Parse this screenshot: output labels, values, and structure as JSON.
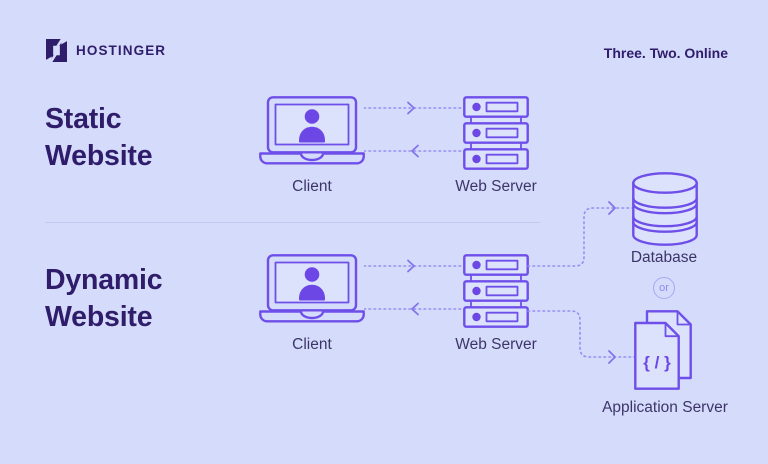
{
  "header": {
    "logo_text": "HOSTINGER",
    "tagline": "Three. Two. Online"
  },
  "static_section": {
    "title": "Static Website",
    "client_label": "Client",
    "server_label": "Web Server"
  },
  "dynamic_section": {
    "title": "Dynamic Website",
    "client_label": "Client",
    "server_label": "Web Server",
    "database_label": "Database",
    "or_label": "or",
    "app_server_label": "Application Server",
    "code_glyph": "{ / }"
  },
  "icons": {
    "logo": "hostinger-h-mark",
    "client": "laptop-with-user",
    "web_server": "server-stack",
    "database": "database-cylinder",
    "application_server": "code-documents",
    "connectors": "dotted-arrows"
  },
  "colors": {
    "background": "#d5dbfa",
    "outline_purple": "#6e4fe9",
    "accent_fill": "#6d47e6",
    "heading": "#2f1c6a",
    "label": "#3d3569",
    "dashed_line": "#968ef2",
    "divider": "#c2c8ee",
    "badge_muted": "#aaa6f4",
    "icon_fill": "#dde2fc"
  }
}
